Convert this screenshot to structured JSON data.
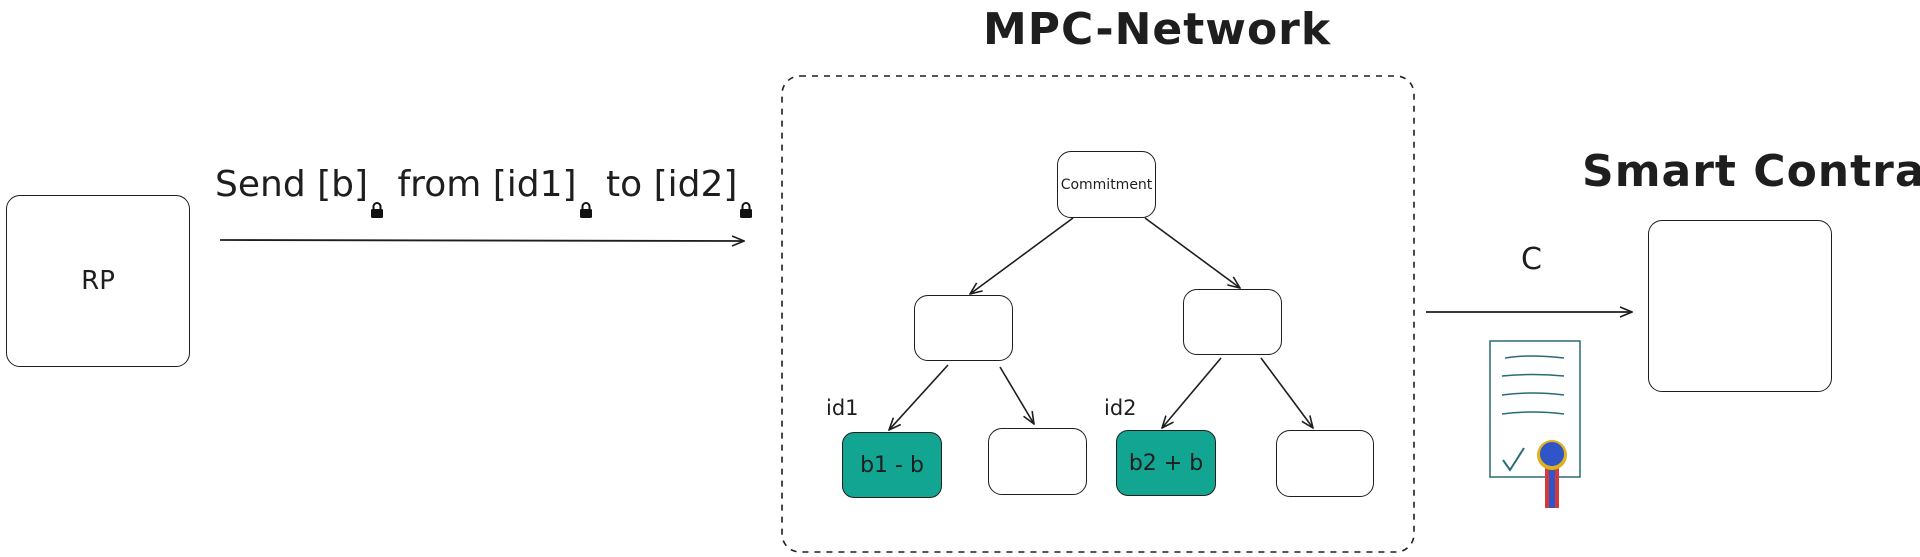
{
  "title": "MPC-Network",
  "rp": {
    "label": "RP"
  },
  "message": {
    "parts": [
      "Send [b]",
      " from [id1]",
      " to [id2]"
    ],
    "lock_icon": "lock-icon"
  },
  "tree": {
    "root": "Commitment",
    "left_leaf": {
      "id": "id1",
      "value": "b1 - b"
    },
    "right_leaf": {
      "id": "id2",
      "value": "b2 + b"
    }
  },
  "output": {
    "label": "C",
    "icon": "certificate-icon"
  },
  "smart_contract": {
    "title": "Smart Contract"
  },
  "colors": {
    "leaf_fill": "#12a591",
    "stroke": "#1e1e1e",
    "ribbon": "#2f55c9"
  }
}
